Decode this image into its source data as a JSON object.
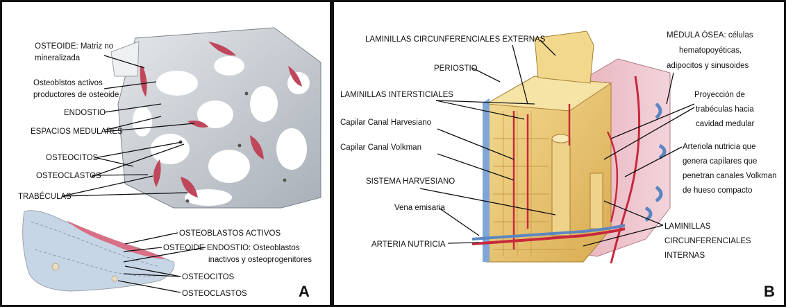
{
  "panel_a": {
    "letter": "A",
    "labels": {
      "osteoide_matriz_1": "OSTEOIDE: Matriz no",
      "osteoide_matriz_2": "mineralizada",
      "osteoblastos_1": "Osteoblstos activos",
      "osteoblastos_2": "productores de osteoide",
      "endostio": "ENDOSTIO",
      "espacios": "ESPACIOS MEDULARES",
      "osteocitos": "OSTEOCITOS",
      "osteoclastos": "OSTEOCLASTOS",
      "trabeculas": "TRABÉCULAS",
      "osteoblastos_activos": "OSTEOBLASTOS ACTIVOS",
      "osteoide": "OSTEOIDE",
      "endostio2_1": "ENDOSTIO: Osteoblastos",
      "endostio2_2": "inactivos y osteoprogenitores",
      "osteocitos2": "OSTEOCITOS",
      "osteoclastos2": "OSTEOCLASTOS"
    }
  },
  "panel_b": {
    "letter": "B",
    "labels": {
      "lam_ext": "LAMINILLAS CIRCUNFERENCIALES EXTERNAS",
      "periostio": "PERIOSTIO",
      "lam_int": "LAMINILLAS INTERSTICIALES",
      "capilar_h": "Capilar Canal Harvesiano",
      "capilar_v": "Capilar Canal Volkman",
      "sistema": "SISTEMA HARVESIANO",
      "vena": "Vena emisaria",
      "arteria": "ARTERIA NUTRICIA",
      "medula_1": "MÉDULA ÓSEA: células",
      "medula_2": "hematopoyéticas,",
      "medula_3": "adipocitos y sinusoides",
      "proy_1": "Proyección de",
      "proy_2": "trabéculas hacia",
      "proy_3": "cavidad medular",
      "art_1": "Arteriola nutricia que",
      "art_2": "genera capilares que",
      "art_3": "penetran canales Volkman",
      "art_4": "de hueso compacto",
      "lci_1": "LAMINILLAS",
      "lci_2": "CIRCUNFERENCIALES",
      "lci_3": "INTERNAS"
    }
  },
  "colors": {
    "bone_gray": "#c9ced3",
    "osteoid_red": "#c0465c",
    "compact_yellow": "#ecc76f",
    "marrow_pink": "#dc9aa8",
    "vessel_red": "#c8283c",
    "vessel_blue": "#5b86c2"
  }
}
